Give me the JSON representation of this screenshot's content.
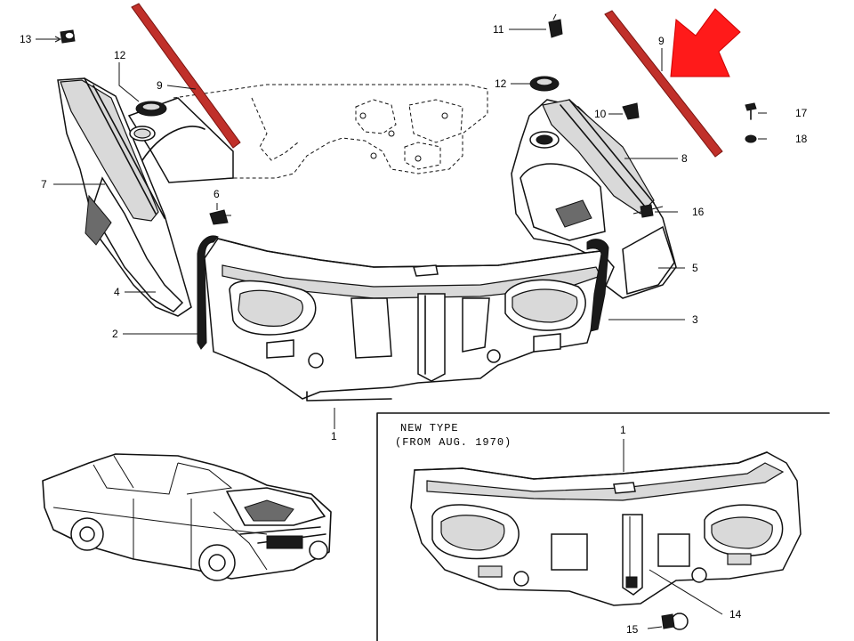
{
  "labels": {
    "n1": "1",
    "n1b": "1",
    "n2": "2",
    "n3": "3",
    "n4": "4",
    "n5": "5",
    "n6": "6",
    "n7": "7",
    "n8": "8",
    "n9a": "9",
    "n9b": "9",
    "n10": "10",
    "n11": "11",
    "n12a": "12",
    "n12b": "12",
    "n13": "13",
    "n14": "14",
    "n15": "15",
    "n16": "16",
    "n17": "17",
    "n18": "18"
  },
  "inset": {
    "line1": "NEW TYPE",
    "line2": "(FROM AUG. 1970)"
  },
  "colors": {
    "highlight": "#c0302a",
    "arrow": "#ff1a1a"
  },
  "icons": {
    "pointer": "red-arrow-icon",
    "car": "car-illustration-icon"
  }
}
